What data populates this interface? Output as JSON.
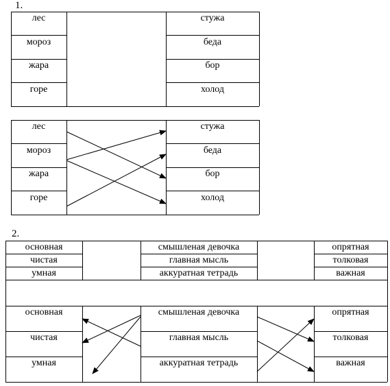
{
  "task1": {
    "number": "1.",
    "left": [
      "лес",
      "мороз",
      "жара",
      "горе"
    ],
    "right": [
      "стужа",
      "беда",
      "бор",
      "холод"
    ]
  },
  "task2": {
    "number": "2.",
    "col1": [
      "основная",
      "чистая",
      "умная"
    ],
    "col2": [
      "смышленая девочка",
      "главная мысль",
      "аккуратная тетрадь"
    ],
    "col3": [
      "опрятная",
      "толковая",
      "важная"
    ]
  }
}
